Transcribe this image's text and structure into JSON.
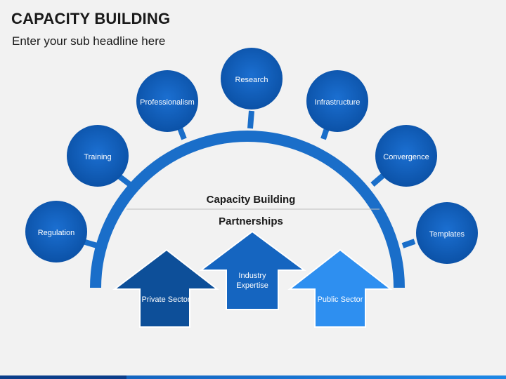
{
  "header": {
    "title": "CAPACITY BUILDING",
    "subtitle": "Enter your sub headline here"
  },
  "center": {
    "label_top": "Capacity Building",
    "label_bottom": "Partnerships"
  },
  "nodes": [
    {
      "label": "Regulation"
    },
    {
      "label": "Training"
    },
    {
      "label": "Professionalism"
    },
    {
      "label": "Research"
    },
    {
      "label": "Infrastructure"
    },
    {
      "label": "Convergence"
    },
    {
      "label": "Templates"
    }
  ],
  "arrows": [
    {
      "label": "Private Sector",
      "color": "#0d4f99"
    },
    {
      "label_line1": "Industry",
      "label_line2": "Expertise",
      "color": "#1565c0"
    },
    {
      "label": "Public Sector",
      "color": "#2e8ff0"
    }
  ],
  "colors": {
    "node": "#0d59b3",
    "arc": "#1a6ec9",
    "divider": "#bdbdbd"
  }
}
